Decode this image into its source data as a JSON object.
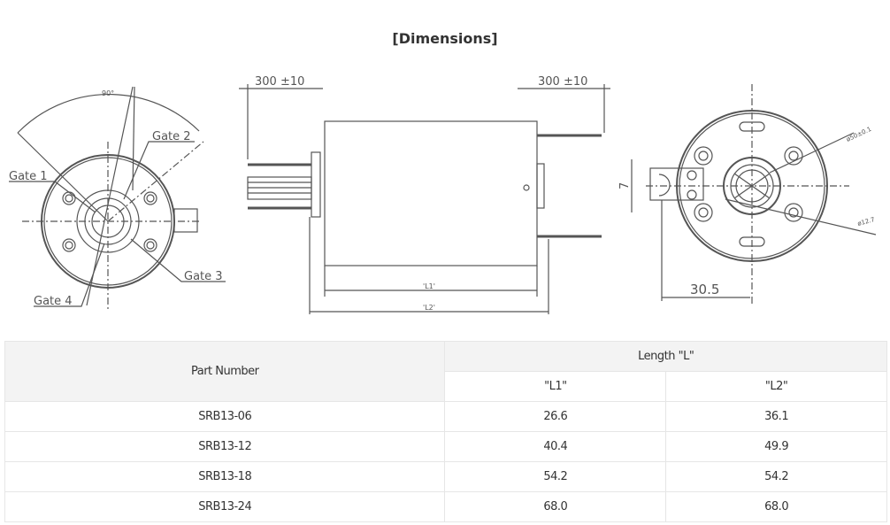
{
  "title": "[Dimensions]",
  "drawing": {
    "angle": "90°",
    "gates": [
      "Gate 1",
      "Gate 2",
      "Gate 3",
      "Gate 4"
    ],
    "lead_length_left": "300 ±10",
    "lead_length_right": "300 ±10",
    "l1": "'L1'",
    "l2": "'L2'",
    "tab_height": "7",
    "tab_offset": "30.5",
    "outer_dia": "ø50±0.1",
    "bore_dia": "ø12.7"
  },
  "table": {
    "header_part": "Part Number",
    "header_length": "Length \"L\"",
    "header_l1": "\"L1\"",
    "header_l2": "\"L2\"",
    "rows": [
      {
        "part": "SRB13-06",
        "l1": "26.6",
        "l2": "36.1"
      },
      {
        "part": "SRB13-12",
        "l1": "40.4",
        "l2": "49.9"
      },
      {
        "part": "SRB13-18",
        "l1": "54.2",
        "l2": "54.2"
      },
      {
        "part": "SRB13-24",
        "l1": "68.0",
        "l2": "68.0"
      }
    ]
  }
}
